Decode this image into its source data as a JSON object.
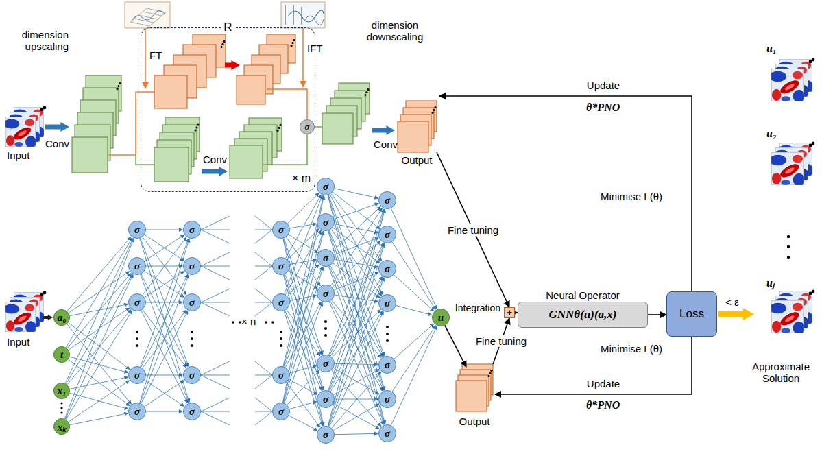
{
  "diagram": {
    "nodes": [
      {
        "text": [
          "R",
          "× m"
        ]
      },
      {
        "text": [
          "σ"
        ]
      },
      {
        "text": [
          "Output"
        ]
      },
      {
        "text": [
          "a₀"
        ]
      },
      {
        "text": [
          "t"
        ]
      },
      {
        "text": [
          "x₁"
        ]
      },
      {
        "text": [
          "xₖ"
        ]
      },
      {
        "text": [
          "σ"
        ]
      },
      {
        "text": [
          "σ"
        ]
      },
      {
        "text": [
          "σ"
        ]
      },
      {
        "text": [
          "σ"
        ]
      },
      {
        "text": [
          "σ"
        ]
      },
      {
        "text": [
          "σ"
        ]
      },
      {
        "text": [
          "σ"
        ]
      },
      {
        "text": [
          "σ"
        ]
      },
      {
        "text": [
          "σ"
        ]
      },
      {
        "text": [
          "σ"
        ]
      },
      {
        "text": [
          "σ"
        ]
      },
      {
        "text": [
          "σ"
        ]
      },
      {
        "text": [
          "σ"
        ]
      },
      {
        "text": [
          "σ"
        ]
      },
      {
        "text": [
          "σ"
        ]
      },
      {
        "text": [
          "σ"
        ]
      },
      {
        "text": [
          "σ"
        ]
      },
      {
        "text": [
          "σ"
        ]
      },
      {
        "text": [
          "σ"
        ]
      },
      {
        "text": [
          "σ"
        ]
      },
      {
        "text": [
          "σ"
        ]
      },
      {
        "text": [
          "σ"
        ]
      },
      {
        "text": [
          "σ"
        ]
      },
      {
        "text": [
          "σ"
        ]
      },
      {
        "text": [
          "σ"
        ]
      },
      {
        "text": [
          "σ"
        ]
      },
      {
        "text": [
          "σ"
        ]
      },
      {
        "text": [
          "σ"
        ]
      },
      {
        "text": [
          "σ"
        ]
      },
      {
        "text": [
          "u"
        ]
      },
      {
        "text": [
          "Output"
        ]
      },
      {
        "text": [
          "Integration",
          "+"
        ]
      },
      {
        "text": [
          "Neural Operator",
          "GNNθ(u)(a,x)"
        ]
      },
      {
        "text": [
          "Loss"
        ]
      }
    ],
    "edges": [
      {
        "from": 2,
        "to": 38,
        "arrow": "to",
        "label": "Fine tuning"
      },
      {
        "from": 37,
        "to": 38,
        "arrow": "to",
        "label": "Fine tuning"
      },
      {
        "from": 38,
        "to": 39,
        "arrow": "to"
      },
      {
        "from": 39,
        "to": 40,
        "arrow": "to"
      },
      {
        "from": 40,
        "to": 2,
        "arrow": "to",
        "label": "Update"
      },
      {
        "from": 40,
        "to": 37,
        "arrow": "to",
        "label": "Update"
      },
      {
        "from": 36,
        "to": 37,
        "arrow": "to"
      },
      {
        "from": 3,
        "to": 7,
        "arrow": "to"
      },
      {
        "from": 3,
        "to": 8,
        "arrow": "to"
      },
      {
        "from": 3,
        "to": 9,
        "arrow": "to"
      },
      {
        "from": 3,
        "to": 10,
        "arrow": "to"
      },
      {
        "from": 3,
        "to": 11,
        "arrow": "to"
      },
      {
        "from": 4,
        "to": 7,
        "arrow": "to"
      },
      {
        "from": 4,
        "to": 8,
        "arrow": "to"
      },
      {
        "from": 4,
        "to": 9,
        "arrow": "to"
      },
      {
        "from": 4,
        "to": 10,
        "arrow": "to"
      },
      {
        "from": 4,
        "to": 11,
        "arrow": "to"
      },
      {
        "from": 5,
        "to": 7,
        "arrow": "to"
      },
      {
        "from": 5,
        "to": 8,
        "arrow": "to"
      },
      {
        "from": 5,
        "to": 9,
        "arrow": "to"
      },
      {
        "from": 5,
        "to": 10,
        "arrow": "to"
      },
      {
        "from": 5,
        "to": 11,
        "arrow": "to"
      },
      {
        "from": 6,
        "to": 7,
        "arrow": "to"
      },
      {
        "from": 6,
        "to": 8,
        "arrow": "to"
      },
      {
        "from": 6,
        "to": 9,
        "arrow": "to"
      },
      {
        "from": 6,
        "to": 10,
        "arrow": "to"
      },
      {
        "from": 6,
        "to": 11,
        "arrow": "to"
      },
      {
        "from": 7,
        "to": 12,
        "arrow": "to"
      },
      {
        "from": 7,
        "to": 13,
        "arrow": "to"
      },
      {
        "from": 7,
        "to": 14,
        "arrow": "to"
      },
      {
        "from": 7,
        "to": 15,
        "arrow": "to"
      },
      {
        "from": 7,
        "to": 16,
        "arrow": "to"
      },
      {
        "from": 8,
        "to": 12,
        "arrow": "to"
      },
      {
        "from": 8,
        "to": 13,
        "arrow": "to"
      },
      {
        "from": 8,
        "to": 14,
        "arrow": "to"
      },
      {
        "from": 8,
        "to": 15,
        "arrow": "to"
      },
      {
        "from": 8,
        "to": 16,
        "arrow": "to"
      },
      {
        "from": 9,
        "to": 12,
        "arrow": "to"
      },
      {
        "from": 9,
        "to": 13,
        "arrow": "to"
      },
      {
        "from": 9,
        "to": 14,
        "arrow": "to"
      },
      {
        "from": 9,
        "to": 15,
        "arrow": "to"
      },
      {
        "from": 9,
        "to": 16,
        "arrow": "to"
      },
      {
        "from": 10,
        "to": 12,
        "arrow": "to"
      },
      {
        "from": 10,
        "to": 13,
        "arrow": "to"
      },
      {
        "from": 10,
        "to": 14,
        "arrow": "to"
      },
      {
        "from": 10,
        "to": 15,
        "arrow": "to"
      },
      {
        "from": 10,
        "to": 16,
        "arrow": "to"
      },
      {
        "from": 11,
        "to": 12,
        "arrow": "to"
      },
      {
        "from": 11,
        "to": 13,
        "arrow": "to"
      },
      {
        "from": 11,
        "to": 14,
        "arrow": "to"
      },
      {
        "from": 11,
        "to": 15,
        "arrow": "to"
      },
      {
        "from": 11,
        "to": 16,
        "arrow": "to"
      },
      {
        "from": 17,
        "to": 22,
        "arrow": "to"
      },
      {
        "from": 17,
        "to": 23,
        "arrow": "to"
      },
      {
        "from": 17,
        "to": 24,
        "arrow": "to"
      },
      {
        "from": 17,
        "to": 25,
        "arrow": "to"
      },
      {
        "from": 17,
        "to": 26,
        "arrow": "to"
      },
      {
        "from": 17,
        "to": 27,
        "arrow": "to"
      },
      {
        "from": 17,
        "to": 28,
        "arrow": "to"
      },
      {
        "from": 18,
        "to": 22,
        "arrow": "to"
      },
      {
        "from": 18,
        "to": 23,
        "arrow": "to"
      },
      {
        "from": 18,
        "to": 24,
        "arrow": "to"
      },
      {
        "from": 18,
        "to": 25,
        "arrow": "to"
      },
      {
        "from": 18,
        "to": 26,
        "arrow": "to"
      },
      {
        "from": 18,
        "to": 27,
        "arrow": "to"
      },
      {
        "from": 18,
        "to": 28,
        "arrow": "to"
      },
      {
        "from": 19,
        "to": 22,
        "arrow": "to"
      },
      {
        "from": 19,
        "to": 23,
        "arrow": "to"
      },
      {
        "from": 19,
        "to": 24,
        "arrow": "to"
      },
      {
        "from": 19,
        "to": 25,
        "arrow": "to"
      },
      {
        "from": 19,
        "to": 26,
        "arrow": "to"
      },
      {
        "from": 19,
        "to": 27,
        "arrow": "to"
      },
      {
        "from": 19,
        "to": 28,
        "arrow": "to"
      },
      {
        "from": 20,
        "to": 22,
        "arrow": "to"
      },
      {
        "from": 20,
        "to": 23,
        "arrow": "to"
      },
      {
        "from": 20,
        "to": 24,
        "arrow": "to"
      },
      {
        "from": 20,
        "to": 25,
        "arrow": "to"
      },
      {
        "from": 20,
        "to": 26,
        "arrow": "to"
      },
      {
        "from": 20,
        "to": 27,
        "arrow": "to"
      },
      {
        "from": 20,
        "to": 28,
        "arrow": "to"
      },
      {
        "from": 21,
        "to": 22,
        "arrow": "to"
      },
      {
        "from": 21,
        "to": 23,
        "arrow": "to"
      },
      {
        "from": 21,
        "to": 24,
        "arrow": "to"
      },
      {
        "from": 21,
        "to": 25,
        "arrow": "to"
      },
      {
        "from": 21,
        "to": 26,
        "arrow": "to"
      },
      {
        "from": 21,
        "to": 27,
        "arrow": "to"
      },
      {
        "from": 21,
        "to": 28,
        "arrow": "to"
      },
      {
        "from": 22,
        "to": 29,
        "arrow": "to"
      },
      {
        "from": 22,
        "to": 30,
        "arrow": "to"
      },
      {
        "from": 22,
        "to": 31,
        "arrow": "to"
      },
      {
        "from": 22,
        "to": 32,
        "arrow": "to"
      },
      {
        "from": 22,
        "to": 33,
        "arrow": "to"
      },
      {
        "from": 22,
        "to": 34,
        "arrow": "to"
      },
      {
        "from": 22,
        "to": 35,
        "arrow": "to"
      },
      {
        "from": 23,
        "to": 29,
        "arrow": "to"
      },
      {
        "from": 23,
        "to": 30,
        "arrow": "to"
      },
      {
        "from": 23,
        "to": 31,
        "arrow": "to"
      },
      {
        "from": 23,
        "to": 32,
        "arrow": "to"
      },
      {
        "from": 23,
        "to": 33,
        "arrow": "to"
      },
      {
        "from": 23,
        "to": 34,
        "arrow": "to"
      },
      {
        "from": 23,
        "to": 35,
        "arrow": "to"
      },
      {
        "from": 24,
        "to": 29,
        "arrow": "to"
      },
      {
        "from": 24,
        "to": 30,
        "arrow": "to"
      },
      {
        "from": 24,
        "to": 31,
        "arrow": "to"
      },
      {
        "from": 24,
        "to": 32,
        "arrow": "to"
      },
      {
        "from": 24,
        "to": 33,
        "arrow": "to"
      },
      {
        "from": 24,
        "to": 34,
        "arrow": "to"
      },
      {
        "from": 24,
        "to": 35,
        "arrow": "to"
      },
      {
        "from": 25,
        "to": 29,
        "arrow": "to"
      },
      {
        "from": 25,
        "to": 30,
        "arrow": "to"
      },
      {
        "from": 25,
        "to": 31,
        "arrow": "to"
      },
      {
        "from": 25,
        "to": 32,
        "arrow": "to"
      },
      {
        "from": 25,
        "to": 33,
        "arrow": "to"
      },
      {
        "from": 25,
        "to": 34,
        "arrow": "to"
      },
      {
        "from": 25,
        "to": 35,
        "arrow": "to"
      },
      {
        "from": 26,
        "to": 29,
        "arrow": "to"
      },
      {
        "from": 26,
        "to": 30,
        "arrow": "to"
      },
      {
        "from": 26,
        "to": 31,
        "arrow": "to"
      },
      {
        "from": 26,
        "to": 32,
        "arrow": "to"
      },
      {
        "from": 26,
        "to": 33,
        "arrow": "to"
      },
      {
        "from": 26,
        "to": 34,
        "arrow": "to"
      },
      {
        "from": 26,
        "to": 35,
        "arrow": "to"
      },
      {
        "from": 27,
        "to": 29,
        "arrow": "to"
      },
      {
        "from": 27,
        "to": 30,
        "arrow": "to"
      },
      {
        "from": 27,
        "to": 31,
        "arrow": "to"
      },
      {
        "from": 27,
        "to": 32,
        "arrow": "to"
      },
      {
        "from": 27,
        "to": 33,
        "arrow": "to"
      },
      {
        "from": 27,
        "to": 34,
        "arrow": "to"
      },
      {
        "from": 27,
        "to": 35,
        "arrow": "to"
      },
      {
        "from": 28,
        "to": 29,
        "arrow": "to"
      },
      {
        "from": 28,
        "to": 30,
        "arrow": "to"
      },
      {
        "from": 28,
        "to": 31,
        "arrow": "to"
      },
      {
        "from": 28,
        "to": 32,
        "arrow": "to"
      },
      {
        "from": 28,
        "to": 33,
        "arrow": "to"
      },
      {
        "from": 28,
        "to": 34,
        "arrow": "to"
      },
      {
        "from": 28,
        "to": 35,
        "arrow": "to"
      },
      {
        "from": 29,
        "to": 36,
        "arrow": "to"
      },
      {
        "from": 30,
        "to": 36,
        "arrow": "to"
      },
      {
        "from": 31,
        "to": 36,
        "arrow": "to"
      },
      {
        "from": 32,
        "to": 36,
        "arrow": "to"
      },
      {
        "from": 33,
        "to": 36,
        "arrow": "to"
      },
      {
        "from": 34,
        "to": 36,
        "arrow": "to"
      },
      {
        "from": 35,
        "to": 36,
        "arrow": "to"
      }
    ],
    "labels": [
      "Input",
      "Conv",
      "dimension upscaling",
      "FT",
      "IFT",
      "Conv",
      "dimension downscaling",
      "Conv",
      "Input",
      "× n",
      "θ*PNO",
      "Minimise L(θ)",
      "θ*PNO",
      "Minimise L(θ)",
      "< ε",
      "u₁",
      "u₂",
      "uⱼ",
      "Approximate Solution"
    ]
  }
}
